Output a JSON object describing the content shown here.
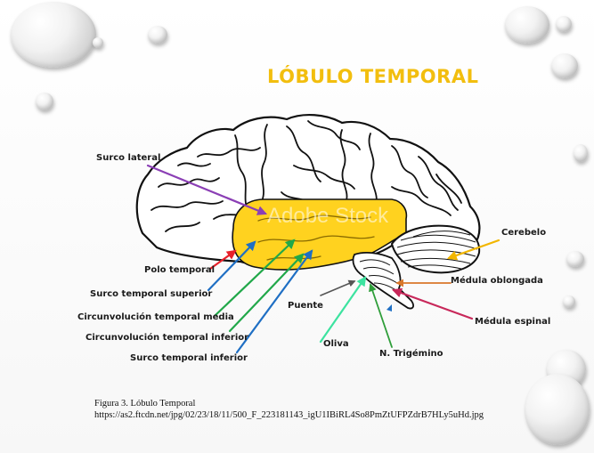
{
  "title": "LÓBULO TEMPORAL",
  "watermark": "Adobe Stock",
  "labels": {
    "surco_lateral": "Surco lateral",
    "polo_temporal": "Polo temporal",
    "surco_temporal_superior": "Surco temporal superior",
    "circunvolucion_temporal_media": "Circunvolución temporal media",
    "circunvolucion_temporal_inferior": "Circunvolución temporal inferior",
    "surco_temporal_inferior": "Surco temporal inferior",
    "puente": "Puente",
    "oliva": "Oliva",
    "n_trigemino": "N. Trigémino",
    "cerebelo": "Cerebelo",
    "medula_oblongada": "Médula oblongada",
    "medula_espinal": "Médula espinal"
  },
  "caption": {
    "line1": "Figura 3. Lóbulo Temporal",
    "line2": "https://as2.ftcdn.net/jpg/02/23/18/11/500_F_223181143_igU1IBiRL4So8PmZtUFPZdrB7HLy5uHd.jpg"
  },
  "colors": {
    "title": "#F2BE0E",
    "temporal_lobe": "#FFD21F",
    "surco_lateral_arrow": "#8B3FB5",
    "polo_temporal_arrow": "#E8202A",
    "surco_temporal_superior_arrow": "#1F6FC4",
    "circunvolucion_temporal_media_arrow": "#21A84A",
    "circunvolucion_temporal_inferior_arrow": "#21A84A",
    "surco_temporal_inferior_arrow": "#1F6FC4",
    "puente_arrow": "#555555",
    "oliva_arrow": "#3DE3A0",
    "n_trigemino_arrow": "#2F9E3A",
    "cerebelo_arrow": "#F2B600",
    "medula_oblongada_arrow": "#D9772B",
    "medula_espinal_arrow": "#C8285A"
  }
}
